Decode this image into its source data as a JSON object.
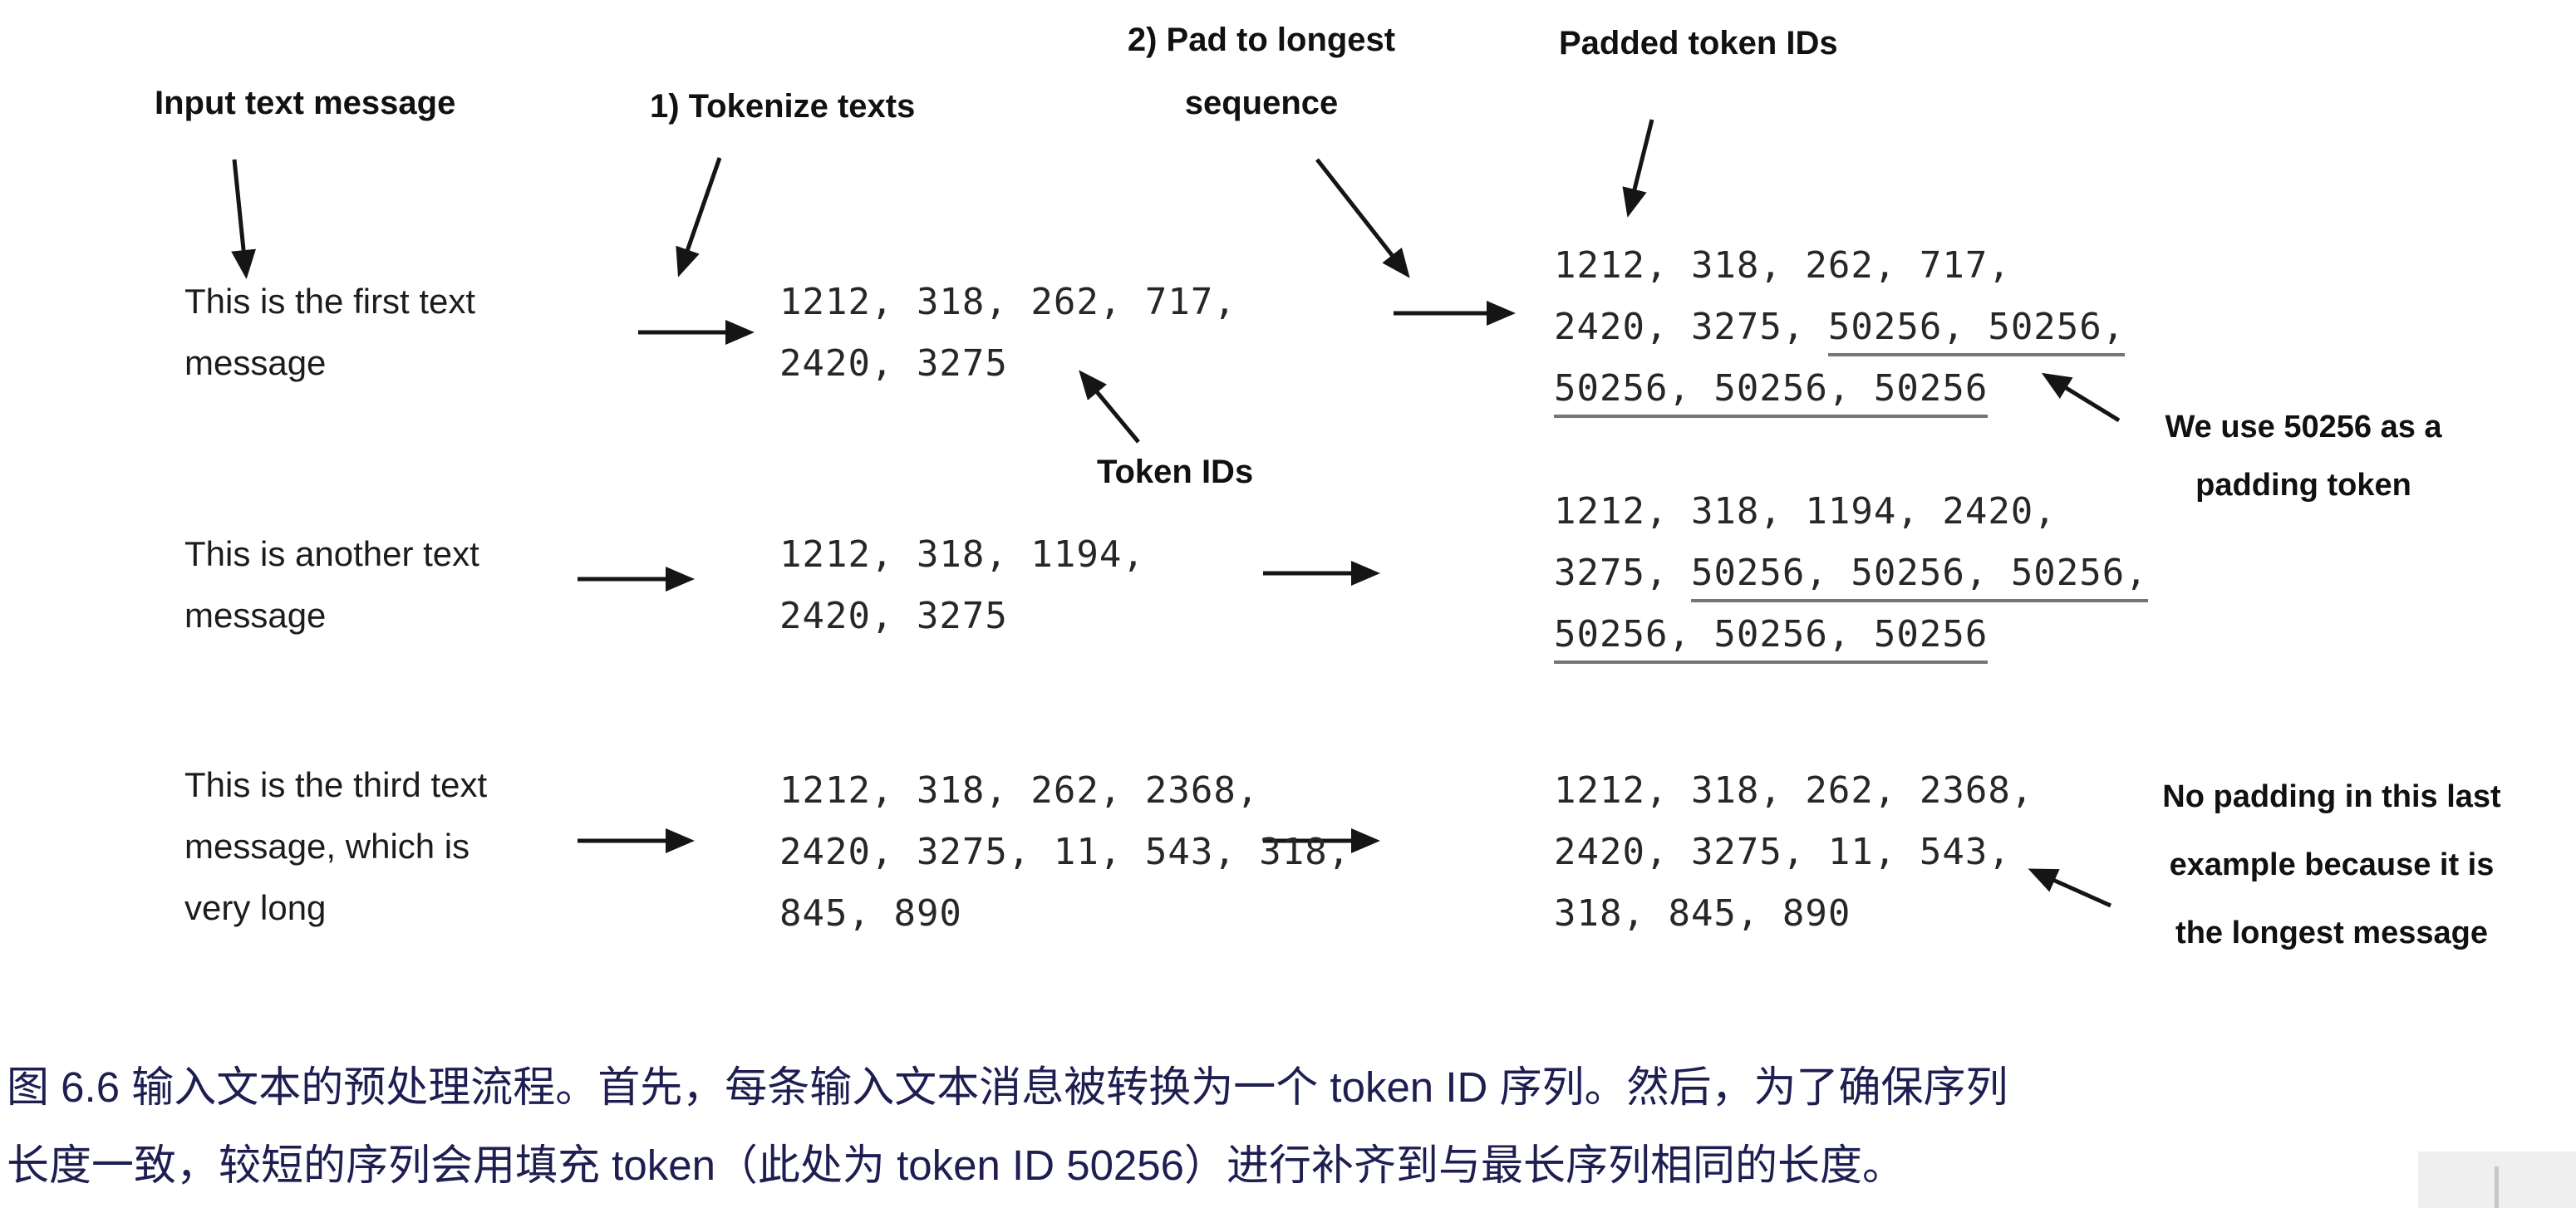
{
  "figure": {
    "labels": {
      "input_text": "Input text message",
      "tokenize": "1) Tokenize texts",
      "pad_line1": "2) Pad to longest",
      "pad_line2": "sequence",
      "padded_ids": "Padded token IDs",
      "token_ids": "Token IDs"
    },
    "rows": [
      {
        "message": [
          "This is the first text",
          "message"
        ],
        "token_ids": [
          "1212, 318, 262, 717,",
          "2420, 3275"
        ],
        "padded": [
          {
            "plain": "1212, 318, 262, 717,",
            "under": ""
          },
          {
            "plain": "2420, 3275, ",
            "under": "50256, 50256,"
          },
          {
            "plain": "",
            "under": "50256, 50256, 50256"
          }
        ]
      },
      {
        "message": [
          "This is another text",
          "message"
        ],
        "token_ids": [
          "1212, 318, 1194,",
          "2420, 3275"
        ],
        "padded": [
          {
            "plain": "1212, 318, 1194, 2420,",
            "under": ""
          },
          {
            "plain": "3275, ",
            "under": "50256, 50256, 50256,"
          },
          {
            "plain": "",
            "under": "50256, 50256, 50256"
          }
        ]
      },
      {
        "message": [
          "This is the third text",
          "message, which is",
          "very long"
        ],
        "token_ids": [
          "1212, 318, 262, 2368,",
          "2420, 3275, 11, 543, 318,",
          "845, 890"
        ],
        "padded": [
          {
            "plain": "1212, 318, 262, 2368,",
            "under": ""
          },
          {
            "plain": "2420, 3275, 11, 543,",
            "under": ""
          },
          {
            "plain": "318, 845, 890",
            "under": ""
          }
        ]
      }
    ],
    "annotations": {
      "padding_note": [
        "We use 50256 as a",
        "padding token"
      ],
      "no_padding_note": [
        "No padding in this last",
        "example because it is",
        "the longest message"
      ]
    },
    "caption": {
      "line1": "图 6.6 输入文本的预处理流程。首先，每条输入文本消息被转换为一个 token ID 序列。然后，为了确保序列",
      "line2": "长度一致，较短的序列会用填充 token（此处为 token ID 50256）进行补齐到与最长序列相同的长度。"
    },
    "colors": {
      "ink": "#1a1a1a",
      "caption_text": "#1e1e52",
      "underline": "#757575"
    }
  }
}
